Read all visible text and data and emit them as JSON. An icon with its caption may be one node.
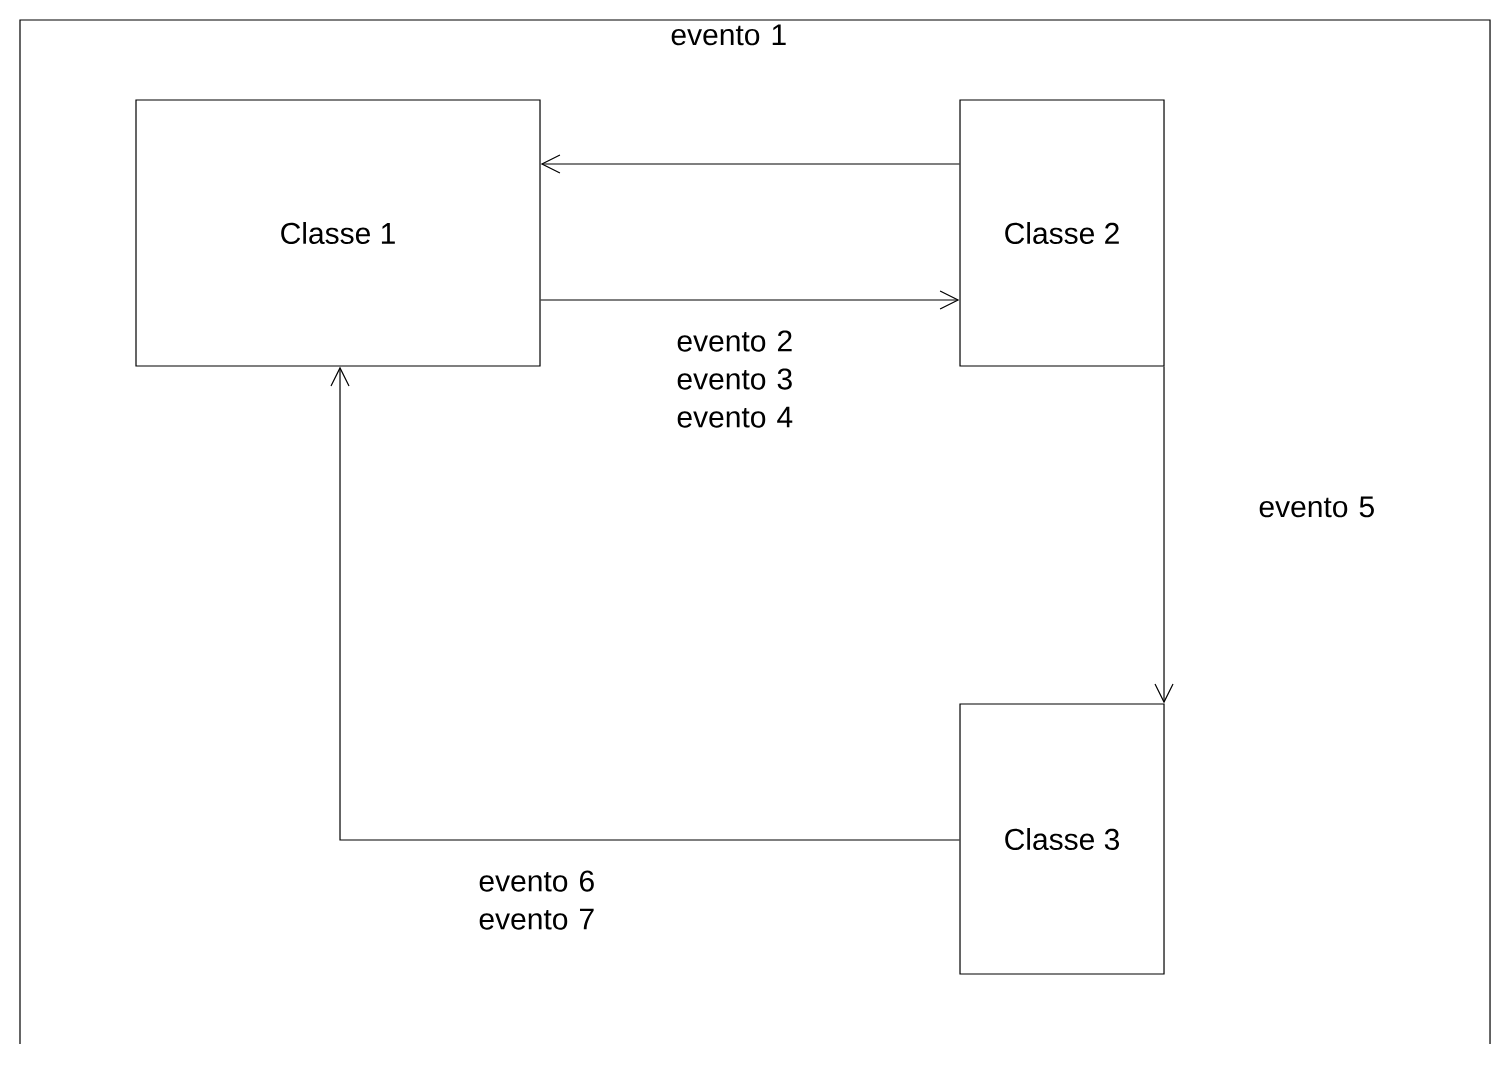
{
  "diagram": {
    "nodes": [
      {
        "text": [
          "Classe 1"
        ]
      },
      {
        "text": [
          "Classe 2"
        ]
      },
      {
        "text": [
          "Classe 3"
        ]
      }
    ],
    "edges": [
      {
        "from": 1,
        "to": 0,
        "arrow": "to",
        "label": "evento 1"
      },
      {
        "from": 0,
        "to": 1,
        "arrow": "to",
        "label": "evento 2 evento 3 evento 4"
      },
      {
        "from": 1,
        "to": 2,
        "arrow": "to",
        "label": "evento 5"
      },
      {
        "from": 2,
        "to": 0,
        "arrow": "to",
        "label": "evento 6 evento 7"
      }
    ]
  }
}
